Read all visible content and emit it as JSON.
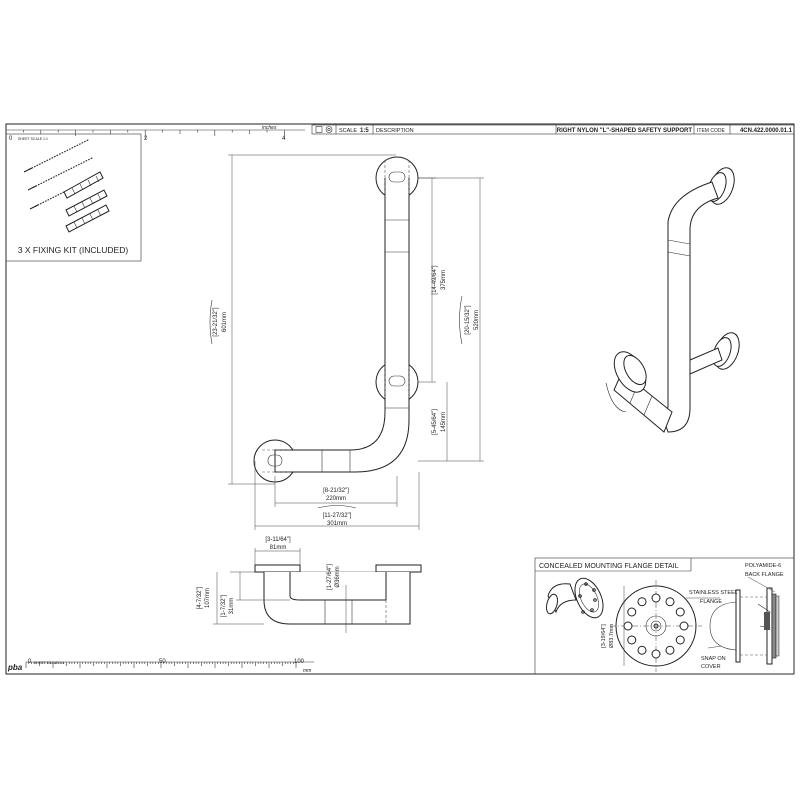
{
  "title_block": {
    "scale_label": "SCALE",
    "scale_value": "1:5",
    "description_label": "DESCRIPTION",
    "description": "RIGHT NYLON \"L\"-SHAPED SAFETY SUPPORT",
    "item_code_label": "ITEM CODE",
    "item_code": "4CN.422.0000.01.1"
  },
  "inch_ruler": {
    "zero": "0",
    "sheet_scale": "SHEET SCALE 1:1",
    "unit": "inches",
    "mark_2": "2",
    "mark_4": "4"
  },
  "mm_ruler": {
    "logo": "pba",
    "zero": "0",
    "sheet_scale": "SHEET SCALE 1:1",
    "mark_50": "50",
    "mark_100": "100",
    "unit": "mm"
  },
  "fixing_kit": {
    "caption": "3 X FIXING KIT (INCLUDED)"
  },
  "front_view": {
    "overall_height_in": "[23-21/32\"]",
    "overall_height_mm": "601mm",
    "upper_span_in": "[14-49/64\"]",
    "upper_span_mm": "375mm",
    "centers_in": "[20-15/32\"]",
    "centers_mm": "520mm",
    "lower_offset_in": "[5-45/64\"]",
    "lower_offset_mm": "145mm",
    "arm_in": "[8-21/32\"]",
    "arm_mm": "220mm",
    "overall_width_in": "[11-27/32\"]",
    "overall_width_mm": "301mm"
  },
  "side_view": {
    "flange_dia_in": "[3-11/64\"]",
    "flange_dia_mm": "81mm",
    "projection_in": "[4-7/32\"]",
    "projection_mm": "107mm",
    "clearance_in": "[1-7/32\"]",
    "clearance_mm": "31mm",
    "tube_dia_in": "[1-27/64\"]",
    "tube_dia_mm": "Ø36mm"
  },
  "flange_detail": {
    "title": "CONCEALED MOUNTING FLANGE DETAIL",
    "stainless_label_1": "STAINLESS STEEL",
    "stainless_label_2": "FLANGE",
    "polyamide_label_1": "POLYAMIDE-6",
    "polyamide_label_2": "BACK FLANGE",
    "snap_label_1": "SNAP ON",
    "snap_label_2": "COVER",
    "dia_in": "[3-19/64\"]",
    "dia_mm": "Ø83.7mm"
  }
}
